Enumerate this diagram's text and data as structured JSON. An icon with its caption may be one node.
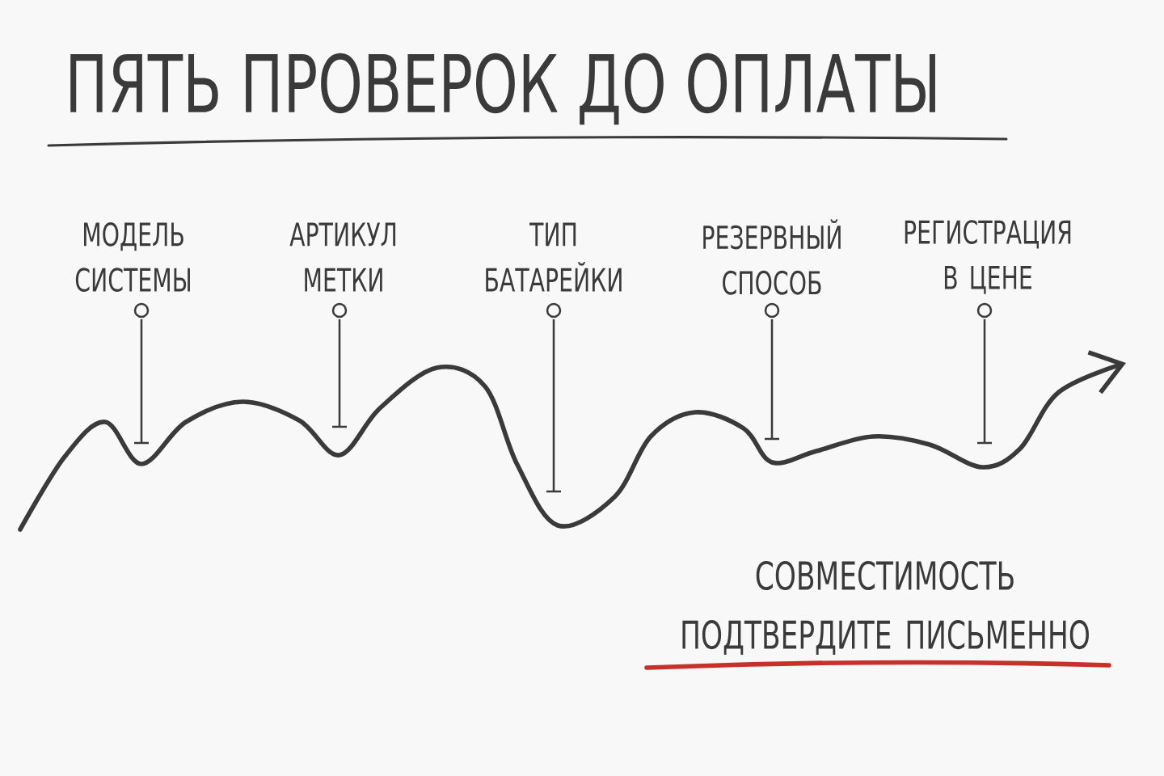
{
  "diagram": {
    "title": "ПЯТЬ ПРОВЕРОК ДО ОПЛАТЫ",
    "labels": [
      "МОДЕЛЬ СИСТЕМЫ",
      "АРТИКУЛ МЕТКИ",
      "ТИП БАТАРЕЙКИ",
      "РЕЗЕРВНЫЙ СПОСОБ",
      "РЕГИСТРАЦИЯ В ЦЕНЕ",
      "СОВМЕСТИМОСТЬ ПОДТВЕРДИТЕ ПИСЬМЕННО"
    ]
  }
}
